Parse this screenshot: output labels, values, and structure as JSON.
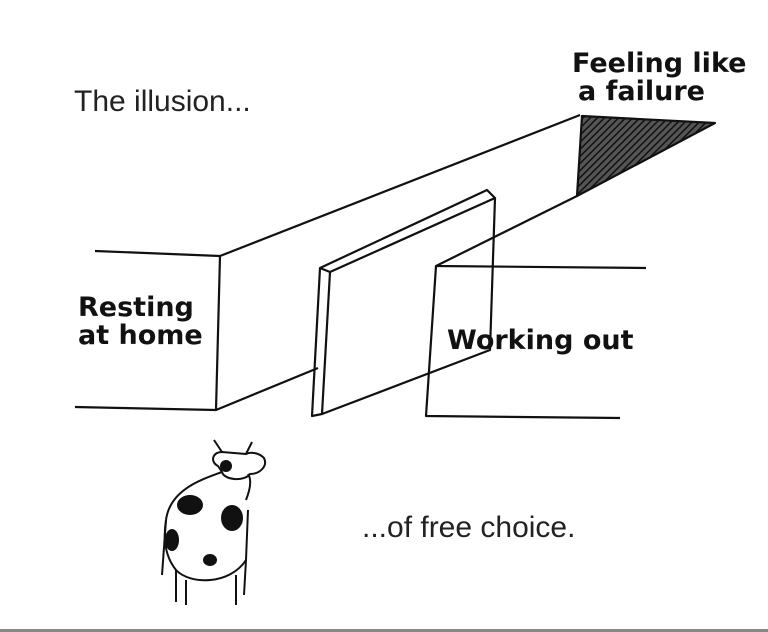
{
  "meme": {
    "title_top": "The illusion...",
    "title_bottom": "...of free choice.",
    "option_left": [
      "Resting",
      "at home"
    ],
    "option_right": "Working out",
    "option_far": [
      "Feeling like",
      "a failure"
    ]
  }
}
